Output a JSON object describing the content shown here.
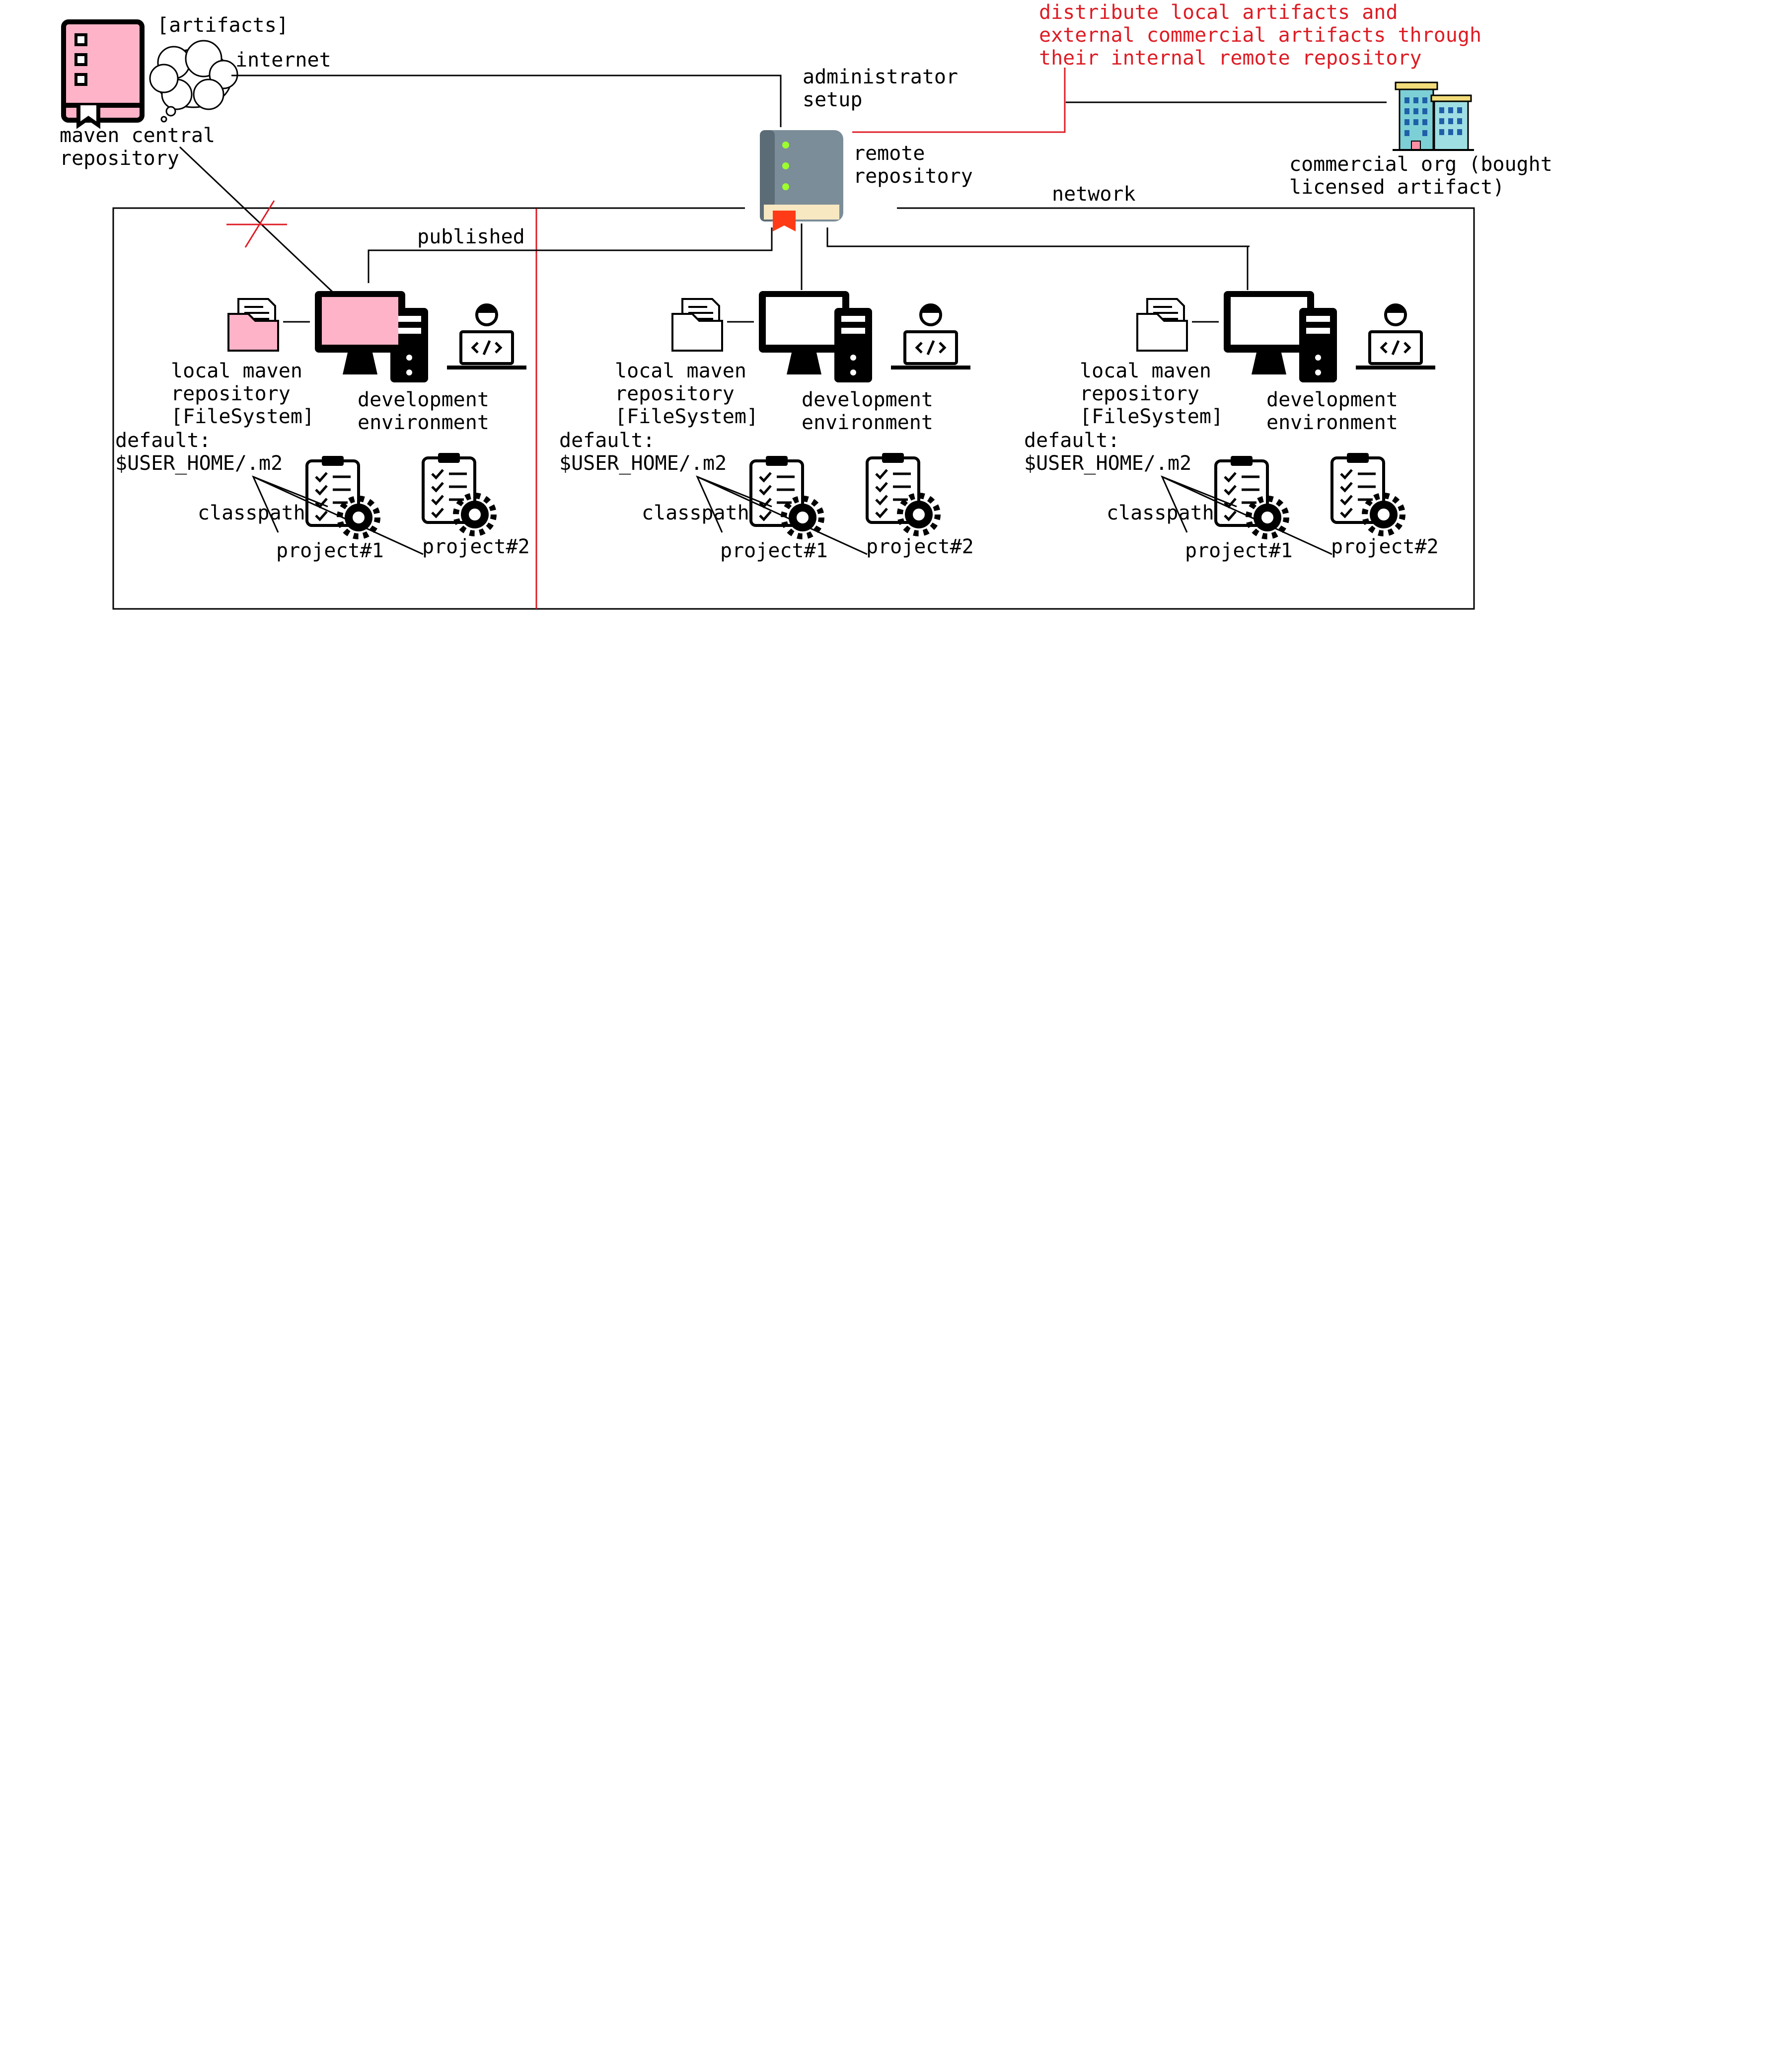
{
  "colors": {
    "accent_pink": "#ffb3c8",
    "warning_red": "#dd1c24",
    "server_gray": "#7b8d98",
    "line": "#000000"
  },
  "icons": {
    "central_repo": "book-icon",
    "cloud": "cloud-icon",
    "remote_repo": "server-book-icon",
    "commercial_org": "office-building-icon",
    "computer": "desktop-computer-icon",
    "folder": "document-folder-icon",
    "developer": "developer-laptop-icon",
    "project": "clipboard-gear-icon"
  },
  "top": {
    "artifacts": "[artifacts]",
    "internet": "internet",
    "central_line1": "maven central",
    "central_line2": "repository",
    "admin_line1": "administrator",
    "admin_line2": "setup",
    "remote_line1": "remote",
    "remote_line2": "repository",
    "network": "network",
    "commercial_line1": "commercial org (bought",
    "commercial_line2": "licensed artifact)",
    "distribute_line1": "distribute local artifacts and",
    "distribute_line2": "external commercial artifacts through",
    "distribute_line3": "their internal remote repository",
    "published": "published"
  },
  "environment": {
    "local_line1": "local maven",
    "local_line2": "repository",
    "local_line3": "[FileSystem]",
    "dev_line1": "development",
    "dev_line2": "environment",
    "default_line1": "default:",
    "default_line2": "$USER_HOME/.m2",
    "classpath": "classpath",
    "project1": "project#1",
    "project2": "project#2"
  }
}
